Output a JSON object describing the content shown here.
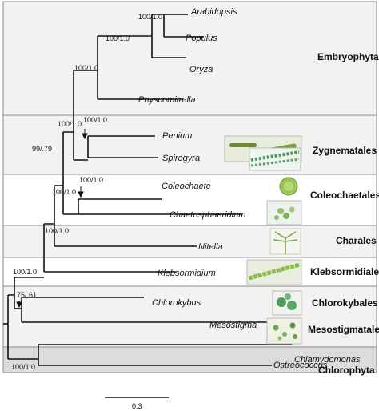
{
  "taxa": {
    "arabidopsis": "Arabidopsis",
    "populus": "Populus",
    "oryza": "Oryza",
    "physcomitrella": "Physcomitrella",
    "penium": "Penium",
    "spirogyra": "Spirogyra",
    "coleochaete": "Coleochaete",
    "chaetosphaeridium": "Chaetosphaeridium",
    "nitella": "Nitella",
    "klebsormidium": "Klebsormidium",
    "chlorokybus": "Chlorokybus",
    "mesostigma": "Mesostigma",
    "chlamydomonas": "Chlamydomonas",
    "ostreococcus": "Ostreococcus"
  },
  "groups": {
    "embryophyta": "Embryophyta",
    "zygnematales": "Zygnematales",
    "coleochaetales": "Coleochaetales",
    "charales": "Charales",
    "klebsormidiales": "Klebsormidiales",
    "chlorokybales": "Chlorokybales",
    "mesostigmatales": "Mesostigmatales",
    "chlorophyta": "Chlorophyta"
  },
  "support": {
    "arab_populus": "100/1.0",
    "angiosperms": "100/1.0",
    "embryophyta": "100/1.0",
    "land_plants_plus": "100/1.0",
    "zygnematales": "100/1.0",
    "streptophyte_core": "99/.79",
    "coleochaetales": "100/1.0",
    "coleo_zygn_embryo": "100/1.0",
    "charophytes": "100/1.0",
    "chlorokybus_meso": "75/.61",
    "chlorophyta": "100/1.0"
  },
  "scale": {
    "label": "0.3"
  },
  "colors": {
    "band_light": "#f2f2f2",
    "band_white": "#ffffff",
    "band_chlorophyta": "#dcdcdc",
    "border": "#888888",
    "branch": "#111111"
  }
}
